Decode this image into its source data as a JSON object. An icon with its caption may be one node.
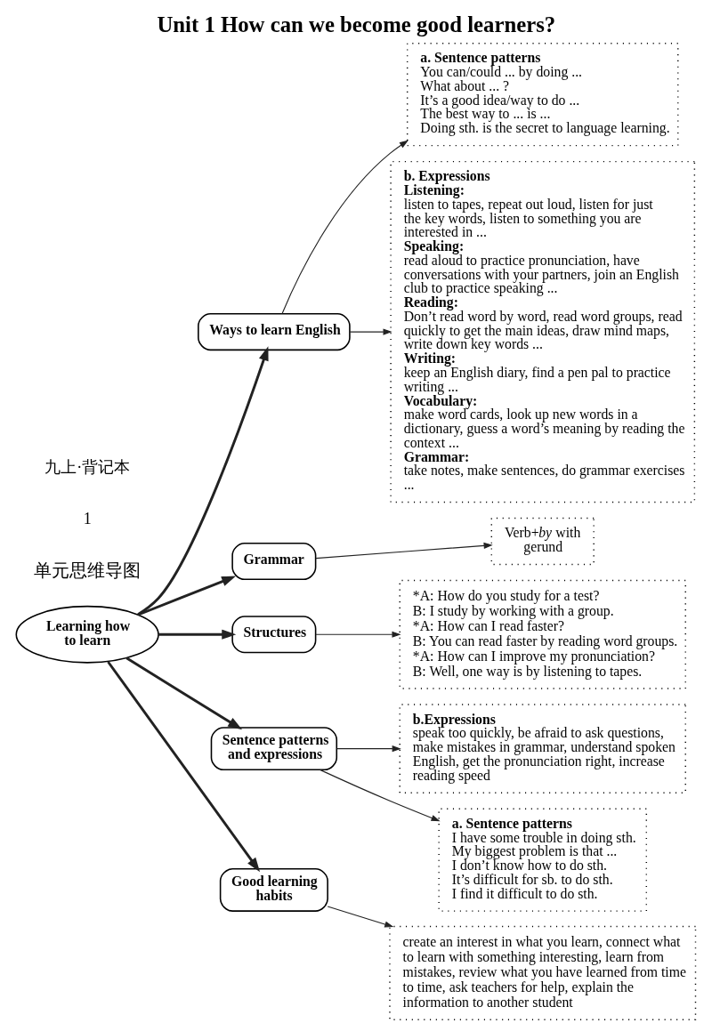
{
  "diagram": {
    "title": "Unit 1 How can we become good learners?",
    "nodes": [
      {
        "text": [
          "Learning how to learn"
        ]
      },
      {
        "text": [
          "Ways to learn English"
        ]
      },
      {
        "text": [
          "Grammar"
        ]
      },
      {
        "text": [
          "Structures"
        ]
      },
      {
        "text": [
          "Sentence patterns and expressions"
        ]
      },
      {
        "text": [
          "Good learning habits"
        ]
      },
      {
        "text": [
          "a. Sentence patterns",
          "You can/could ... by doing ...",
          "What about ... ?",
          "It’s a good idea/way to do ...",
          "The best way to ... is ...",
          "Doing sth. is the secret to language learning."
        ]
      },
      {
        "text": [
          "b. Expressions",
          "Listening:",
          "listen to tapes, repeat out loud, listen for just the key words, listen to something you are interested in ...",
          "Speaking:",
          "read aloud to practice pronunciation, have conversations with your partners, join an English club to practice speaking ...",
          "Reading:",
          "Don’t read word by word, read word groups, read quickly to get the main ideas, draw mind maps, write down key words ...",
          "Writing:",
          "keep an English diary, find a pen pal to practice writing ...",
          "Vocabulary:",
          "make word cards, look up new words in a dictionary, guess a word’s meaning by reading the context ...",
          "Grammar:",
          "take notes, make sentences, do grammar exercises ..."
        ]
      },
      {
        "text": [
          "Verb+*by* with gerund"
        ]
      },
      {
        "text": [
          "*A: How do you study for a test?",
          "B: I study by working with a group.",
          "*A: How can I read faster?",
          "B: You can read faster by reading word groups.",
          "*A: How can I improve my pronunciation?",
          "B: Well, one way is by listening to tapes."
        ]
      },
      {
        "text": [
          "b.Expressions",
          "speak too quickly, be afraid to ask questions, make mistakes in grammar, understand spoken English, get the pronunciation right, increase reading speed"
        ]
      },
      {
        "text": [
          "a. Sentence patterns",
          "I have some trouble in doing sth.",
          "My biggest problem is that ...",
          "I don’t know how to do sth.",
          "It’s difficult for sb. to do sth.",
          "I find it difficult to do sth."
        ]
      },
      {
        "text": [
          "create an interest in what you learn, connect what to learn with something interesting, learn from mistakes, review what you have learned from time to time, ask teachers for help, explain the information to another student"
        ]
      }
    ],
    "edges": [
      {
        "from": 0,
        "to": 1,
        "arrow": "to",
        "style": "thick"
      },
      {
        "from": 0,
        "to": 2,
        "arrow": "to",
        "style": "thick"
      },
      {
        "from": 0,
        "to": 3,
        "arrow": "to",
        "style": "thick"
      },
      {
        "from": 0,
        "to": 4,
        "arrow": "to",
        "style": "thick"
      },
      {
        "from": 0,
        "to": 5,
        "arrow": "to",
        "style": "thick"
      },
      {
        "from": 1,
        "to": 6,
        "arrow": "to"
      },
      {
        "from": 1,
        "to": 7,
        "arrow": "to"
      },
      {
        "from": 2,
        "to": 8,
        "arrow": "to"
      },
      {
        "from": 3,
        "to": 9,
        "arrow": "to"
      },
      {
        "from": 4,
        "to": 10,
        "arrow": "to"
      },
      {
        "from": 4,
        "to": 11,
        "arrow": "to"
      },
      {
        "from": 5,
        "to": 12,
        "arrow": "to"
      }
    ],
    "labels": [
      "单元思维导图",
      "1",
      "九上·背记本"
    ]
  }
}
